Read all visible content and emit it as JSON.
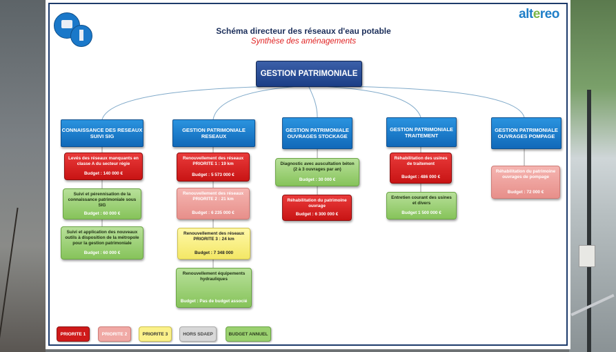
{
  "brand": {
    "name_pre": "alt",
    "name_accent": "e",
    "name_post": "reo"
  },
  "title": "Schéma directeur des réseaux d'eau potable",
  "subtitle": "Synthèse des aménagements",
  "root": "GESTION PATRIMONIALE",
  "categories": [
    {
      "label": "CONNAISSANCE DES RESEAUX SUIVI SIG"
    },
    {
      "label": "GESTION PATRIMONIALE RESEAUX"
    },
    {
      "label": "GESTION PATRIMONIALE OUVRAGES STOCKAGE"
    },
    {
      "label": "GESTION PATRIMONIALE TRAITEMENT"
    },
    {
      "label": "GESTION PATRIMONIALE OUVRAGES POMPAGE"
    }
  ],
  "cards": {
    "c0_0": {
      "text": "Levés des réseaux manquants en classe A du secteur régie",
      "budget": "Budget : 140 000 €"
    },
    "c0_1": {
      "text": "Suivi et pérennisation de la connaissance patrimoniale sous SIG",
      "budget": "Budget :  60 000 €"
    },
    "c0_2": {
      "text": "Suivi et application des nouveaux outils à disposition de la métropole pour la gestion patrimoniale",
      "budget": "Budget : 60 000 €"
    },
    "c1_0": {
      "text": "Renouvellement des réseaux PRIORITE 1 : 19 km",
      "budget": "Budget : 5 573 000 €"
    },
    "c1_1": {
      "text": "Renouvellement des réseaux PRIORITE 2 : 21 km",
      "budget": "Budget : 6 235 000 €"
    },
    "c1_2": {
      "text": "Renouvellement des réseaux PRIORITE 3 : 24 km",
      "budget": "Budget : 7 348 000"
    },
    "c1_3": {
      "text": "Renouvellement équipements hydrauliques",
      "budget": "Budget : Pas de budget associé"
    },
    "c2_0": {
      "text": "Diagnostic avec auscultation béton (2 à 3 ouvrages par an)",
      "budget": "Budget : 30 000 €"
    },
    "c2_1": {
      "text": "Réhabilitation du patrimoine ouvrage",
      "budget": "Budget : 6 300 000 €"
    },
    "c3_0": {
      "text": "Réhabilitation des usines de traitement",
      "budget": "Budget : 486 000 €"
    },
    "c3_1": {
      "text": "Entretien courant des usines et divers",
      "budget": "Budget   1 500 000 €"
    },
    "c4_0": {
      "text": "Réhabilitation du patrimoine ouvrages de pompage",
      "budget": "Budget : 72 000 €"
    }
  },
  "legend": {
    "p1": "PRIORITE 1",
    "p2": "PRIORITE 2",
    "p3": "PRIORITE 3",
    "hs": "HORS SDAEP",
    "ba": "BUDGET ANNUEL"
  },
  "colors": {
    "frame": "#1c3a6b",
    "root": "#1b3e86",
    "category": "#1a78c9",
    "priorite_1": "#cf1a1a",
    "priorite_2": "#f0a9a5",
    "priorite_3": "#fbf18a",
    "hors_sdaep": "#d8d8d8",
    "budget_annuel": "#9bd170"
  }
}
